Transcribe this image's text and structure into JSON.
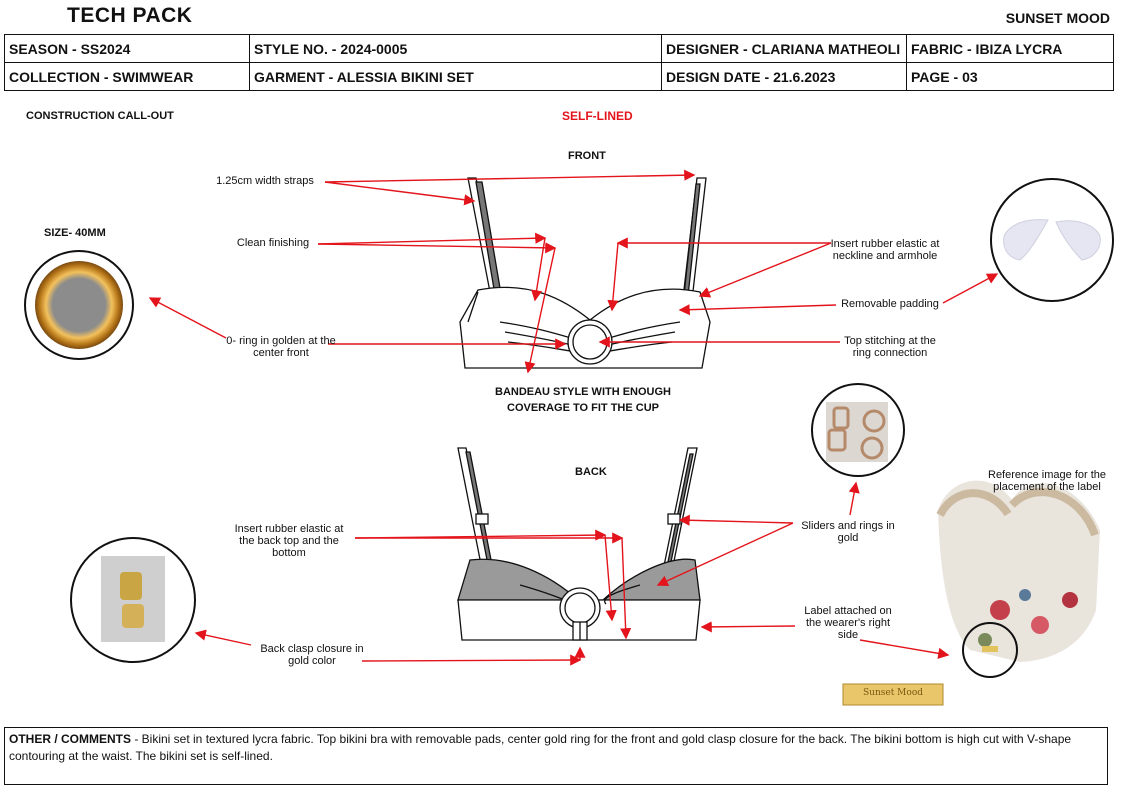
{
  "header": {
    "title": "TECH PACK",
    "brand": "SUNSET MOOD",
    "season": "SEASON - SS2024",
    "style_no": "STYLE NO. - 2024-0005",
    "designer": "DESIGNER - CLARIANA MATHEOLI",
    "fabric": "FABRIC - IBIZA LYCRA",
    "collection": "COLLECTION - SWIMWEAR",
    "garment": "GARMENT - ALESSIA BIKINI SET",
    "design_date": "DESIGN DATE - 21.6.2023",
    "page": "PAGE - 03"
  },
  "section": {
    "construction": "CONSTRUCTION CALL-OUT",
    "self_lined": "SELF-LINED",
    "front": "FRONT",
    "back": "BACK",
    "bandeau": "BANDEAU STYLE WITH ENOUGH COVERAGE TO FIT THE CUP",
    "size": "SIZE- 40MM"
  },
  "callouts": {
    "straps": "1.25cm width straps",
    "clean_finishing": "Clean finishing",
    "ring": "0- ring in golden at the center front",
    "elastic_front": "Insert rubber elastic at neckline and armhole",
    "padding": "Removable padding",
    "top_stitching": "Top stitching at the ring connection",
    "elastic_back": "Insert rubber elastic at the back top and the bottom",
    "clasp": "Back clasp closure in gold color",
    "sliders": "Sliders and rings in gold",
    "label": "Label attached on the wearer's right side",
    "reference": "Reference image for the placement of the label",
    "label_text": "Sunset Mood"
  },
  "comments": {
    "heading": "OTHER / COMMENTS",
    "text": " - Bikini set in  textured lycra fabric. Top bikini bra with removable pads, center gold ring  for the front and gold clasp closure for the back. The bikini bottom is high cut with V-shape contouring at the waist. The bikini set is self-lined."
  },
  "colors": {
    "callout_red": "#e3141b",
    "gold": "#d89a2e"
  }
}
